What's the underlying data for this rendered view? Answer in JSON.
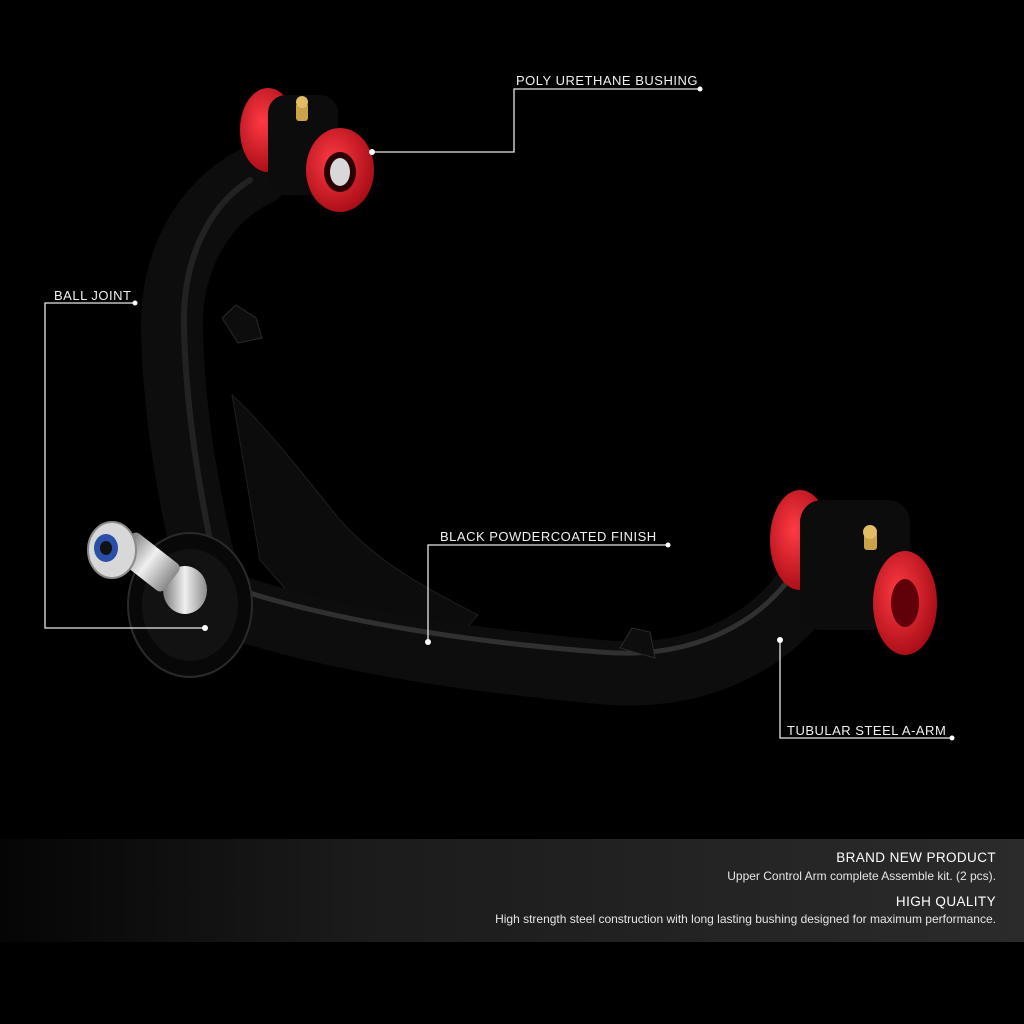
{
  "labels": {
    "bushing": "POLY URETHANE BUSHING",
    "ball_joint": "BALL JOINT",
    "finish": "BLACK POWDERCOATED FINISH",
    "arm": "TUBULAR STEEL A-ARM"
  },
  "panel": {
    "heading1": "BRAND NEW PRODUCT",
    "text1": "Upper Control Arm complete Assemble kit. (2 pcs).",
    "heading2": "HIGH QUALITY",
    "text2": "High strength steel construction with long lasting bushing designed for maximum performance."
  },
  "colors": {
    "background": "#000000",
    "arm": "#0b0b0b",
    "bushing": "#d0101e",
    "callout_line": "#e8e8e8"
  }
}
